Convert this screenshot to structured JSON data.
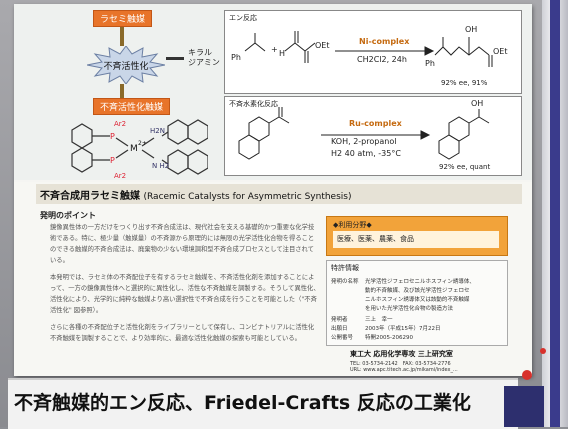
{
  "flow": {
    "top_badge": "ラセミ触媒",
    "center_label": "不斉活性化",
    "side_label_line1": "キラル",
    "side_label_line2": "ジアミン",
    "bottom_badge": "不斉活性化触媒",
    "catalyst": {
      "ar_top": "Ar2",
      "ar_bottom": "Ar2",
      "p_top": "P",
      "p_bottom": "P",
      "metal": "M",
      "metal_charge": "2+",
      "nh_top": "H2N",
      "nh_bottom": "N H2"
    }
  },
  "panel1": {
    "title": "エン反応",
    "reactant1": "Ph",
    "plus": "+",
    "h_label": "H",
    "oet": "OEt",
    "catalyst": "Ni-complex",
    "conditions": "CH2Cl2, 24h",
    "product_oh": "OH",
    "product_ph": "Ph",
    "product_oet": "OEt",
    "result": "92% ee, 91%"
  },
  "panel2": {
    "title": "不斉水素化反応",
    "catalyst": "Ru-complex",
    "cond1": "KOH, 2-propanol",
    "cond2": "H2 40 atm, -35°C",
    "product_oh": "OH",
    "result": "92% ee, quant"
  },
  "section": {
    "heading_jp": "不斉合成用ラセミ触媒",
    "heading_en": "(Racemic Catalysts for Asymmetric Synthesis)",
    "subheading": "発明のポイント",
    "para1": "鏡像異性体の一方だけをつくり出す不斉合成法は、現代社会を支える基礎的かつ重要な化学技術である。特に、極少量（触媒量）の不斉源から原理的には無限の光学活性化合物を得ることのできる触媒的不斉合成法は、廃棄物の少ない環境調和型不斉合成プロセスとして注目されている。",
    "para2": "本発明では、ラセミ体の不斉配位子を有するラセミ触媒を、不斉活性化剤を添加することによって、一方の鏡像異性体へと選択的に異性化し、活性な不斉触媒を調製する。そうして異性化、活性化により、光学的に純粋な触媒より高い選択性で不斉合成を行うことを可能とした（\"不斉活性化\" 図参照）。",
    "para3": "さらに各種の不斉配位子と活性化剤をライブラリーとして保有し、コンビナトリアルに活性化不斉触媒を調製することで、より効率的に、最適な活性化触媒の探索も可能としている。"
  },
  "usage": {
    "title": "◆利用分野◆",
    "fields": "医療、医薬、農薬、食品"
  },
  "patent": {
    "title": "特許情報",
    "rows": [
      {
        "key": "発明の名称",
        "value": "光学活性ジフェロセニルホスフィン誘導体、"
      },
      {
        "key": "",
        "value": "動的不斉触媒、及び該光学活性ジフェロセ"
      },
      {
        "key": "",
        "value": "ニルホスフィン誘導体又は該動的不斉触媒"
      },
      {
        "key": "",
        "value": "を用いた光学活性化合物の製造方法"
      },
      {
        "key": "発明者",
        "value": "三上　幸一"
      },
      {
        "key": "出願日",
        "value": "2003年（平成15年）7月22日"
      },
      {
        "key": "公開番号",
        "value": "特開2005-206290"
      }
    ]
  },
  "footer": {
    "institution": "東工大 応用化学専攻 三上研究室",
    "tel": "TEL: 03-5734-2142　FAX: 03-5734-2776",
    "url": "URL: www.apc.titech.ac.jp/mikami/index_..."
  },
  "lower_banner": {
    "title": "不斉触媒的エン反応、Friedel‐Crafts 反応の工業化"
  },
  "colors": {
    "orange": "#e8742a",
    "ru_orange": "#c56a10",
    "red_dot": "#d8312c",
    "navy": "#2d2f6e"
  }
}
